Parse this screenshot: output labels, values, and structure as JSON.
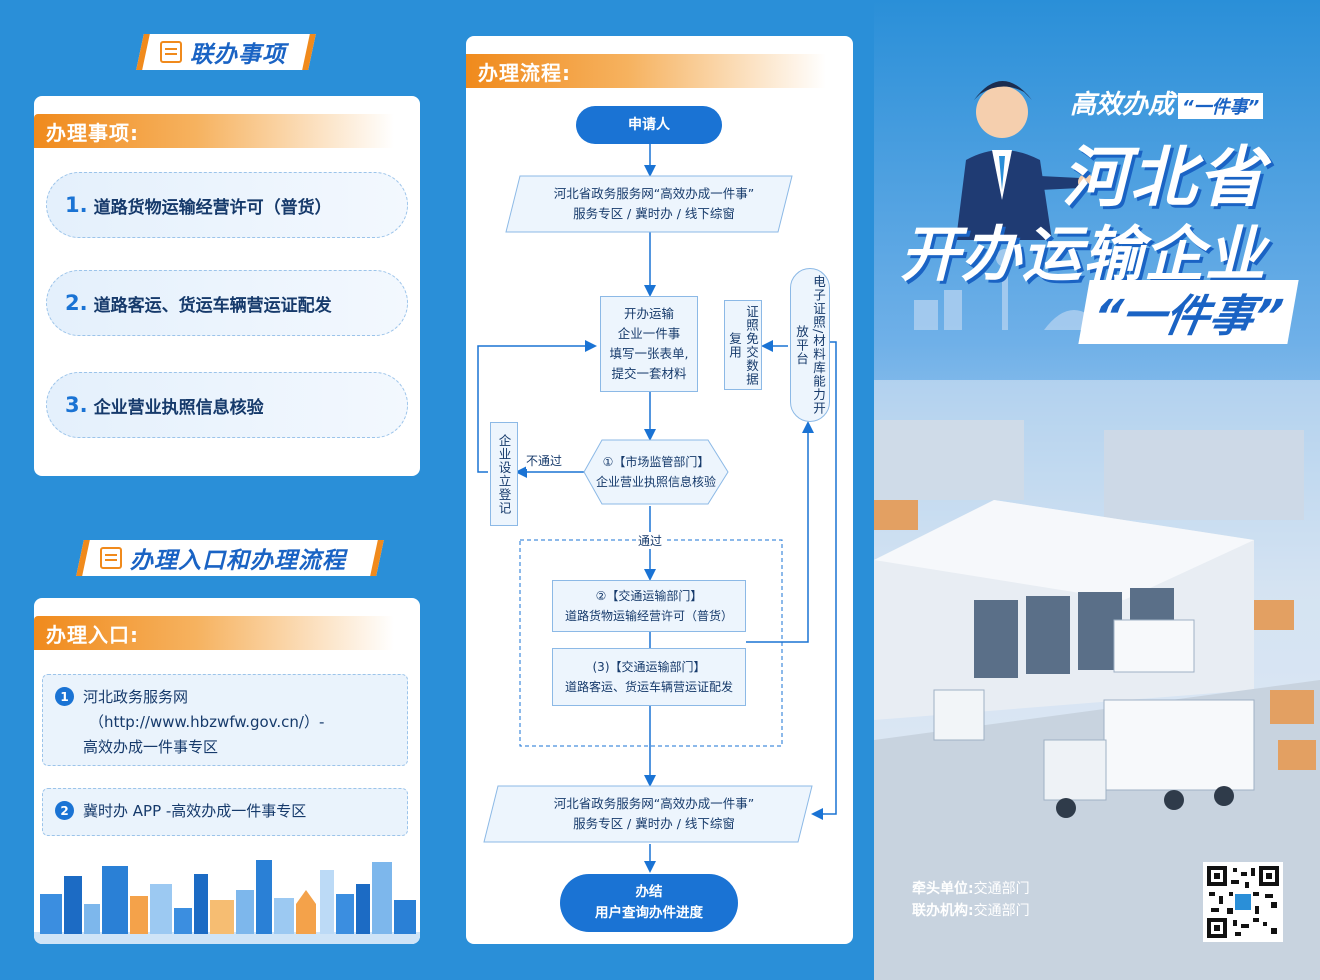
{
  "left": {
    "section1_tag": "联办事项",
    "items_header": "办理事项:",
    "items": [
      {
        "num": "1.",
        "label": "道路货物运输经营许可（普货）"
      },
      {
        "num": "2.",
        "label": "道路客运、货运车辆营运证配发"
      },
      {
        "num": "3.",
        "label": "企业营业执照信息核验"
      }
    ],
    "section2_tag": "办理入口和办理流程",
    "entry_header": "办理入口:",
    "entries": [
      {
        "num": "1",
        "line1": "河北政务服务网",
        "line2": "（http://www.hbzwfw.gov.cn/）-",
        "line3": "高效办成一件事专区"
      },
      {
        "num": "2",
        "line1": "冀时办 APP -高效办成一件事专区"
      }
    ]
  },
  "flow": {
    "header": "办理流程:",
    "applicant": "申请人",
    "portal_top": {
      "line1": "河北省政务服务网“高效办成一件事”",
      "line2": "服务专区 / 冀时办 / 线下综窗"
    },
    "fill_form": {
      "line1": "开办运输",
      "line2": "企业一件事",
      "line3": "填写一张表单,",
      "line4": "提交一套材料"
    },
    "data_reuse": "证照免交数据复用",
    "e_license": "电子证照/材料库能力开放平台",
    "market_check": {
      "line1": "①【市场监管部门】",
      "line2": "企业营业执照信息核验"
    },
    "reject_label": "不通过",
    "company_reg": "企业设立登记",
    "pass_label": "通过",
    "transport1": {
      "line1": "②【交通运输部门】",
      "line2": "道路货物运输经营许可（普货）"
    },
    "transport2": {
      "line1": "(3)【交通运输部门】",
      "line2": "道路客运、货运车辆营运证配发"
    },
    "portal_bottom": {
      "line1": "河北省政务服务网“高效办成一件事”",
      "line2": "服务专区 / 冀时办 / 线下综窗"
    },
    "finish": {
      "line1": "办结",
      "line2": "用户查询办件进度"
    }
  },
  "right": {
    "slogan_a": "高效办成",
    "slogan_b": "“一件事”",
    "title1": "河北省",
    "title2": "开办运输企业",
    "title3": "“一件事”",
    "lead_label": "牵头单位:",
    "lead_value": "交通部门",
    "joint_label": "联办机构:",
    "joint_value": "交通部门"
  },
  "colors": {
    "bg": "#2a8fd8",
    "accent": "#f08a1c",
    "brand_blue": "#1a73d4",
    "dark_text": "#163a6b"
  }
}
